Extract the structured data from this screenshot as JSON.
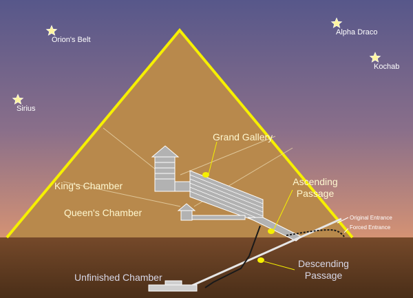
{
  "stars": [
    {
      "name": "Orion's Belt"
    },
    {
      "name": "Alpha Draco"
    },
    {
      "name": "Kochab"
    },
    {
      "name": "Sirius"
    }
  ],
  "chambers": {
    "grand_gallery": "Grand Gallery",
    "kings_chamber": "King's Chamber",
    "queens_chamber": "Queen's Chamber",
    "unfinished_chamber": "Unfinished Chamber"
  },
  "passages": {
    "ascending_line1": "Ascending",
    "ascending_line2": "Passage",
    "descending_line1": "Descending",
    "descending_line2": "Passage"
  },
  "entrances": {
    "original": "Original Entrance",
    "forced": "Forced Entrance"
  },
  "colors": {
    "sky_top": "#5a5a82",
    "sky_bottom": "#c88a74",
    "pyramid": "#b4884c",
    "pyramid_edge": "#f6f000",
    "ground": "#6b4424",
    "marker": "#f6f000"
  }
}
